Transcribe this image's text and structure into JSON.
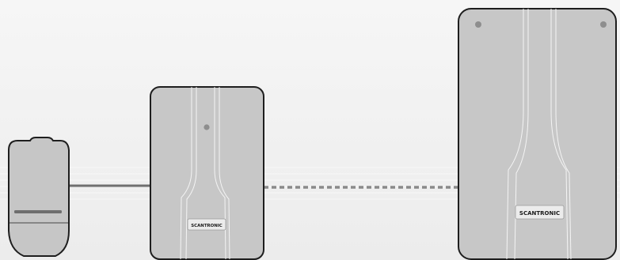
{
  "devices": {
    "detector": {
      "icon": "motion-detector-icon"
    },
    "small_panel": {
      "icon": "control-panel-icon",
      "brand": "SCANTRONIC"
    },
    "large_panel": {
      "icon": "control-panel-icon",
      "brand": "SCANTRONIC"
    }
  },
  "connections": {
    "wired": {
      "style": "solid",
      "color": "#6f6f6f"
    },
    "wireless": {
      "style": "dashed",
      "color": "#8a8a8a"
    }
  },
  "colors": {
    "background": "#f1f1f1",
    "device_body": "#c7c7c7",
    "outline": "#1e1e1e",
    "groove": "#f4f4f4",
    "screw": "#8e8e8e",
    "badge": "#ececec"
  }
}
